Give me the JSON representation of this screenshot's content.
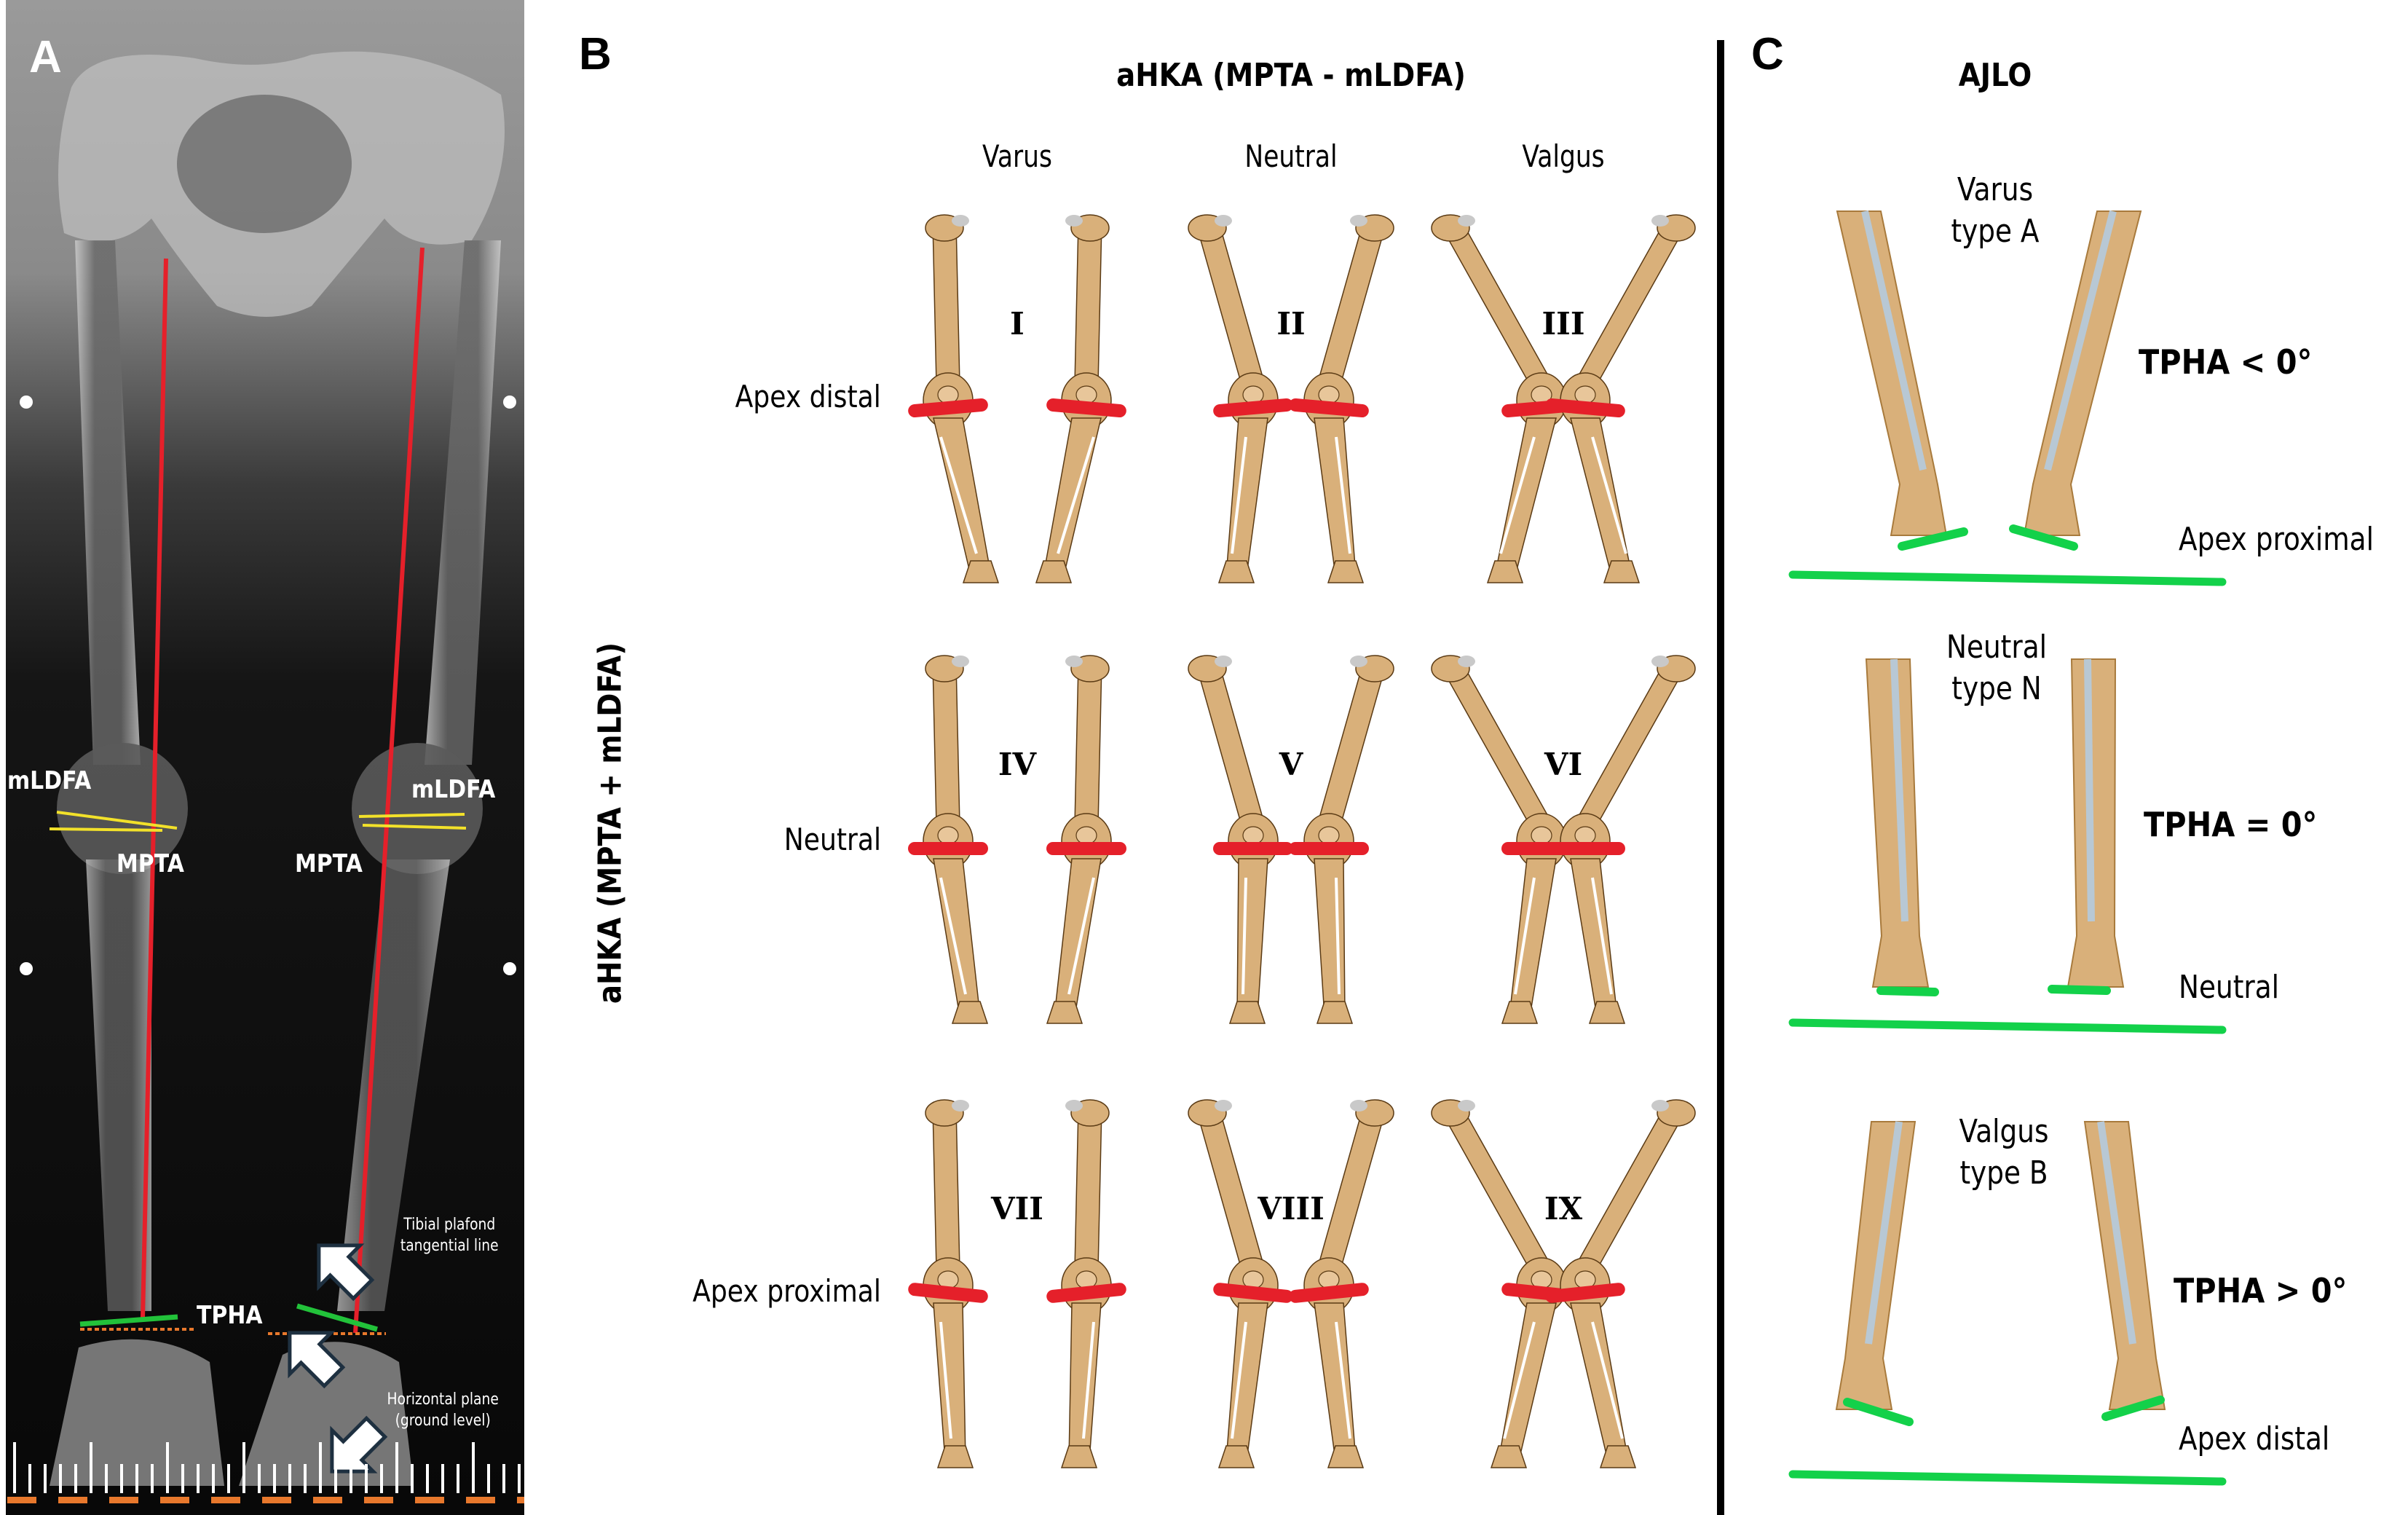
{
  "colors": {
    "mechanical_axis": "#e5202a",
    "joint_line_yellow": "#f2e12a",
    "tibial_plafond_green": "#22c23a",
    "ground_dotted_orange": "#e8782c",
    "ajlo_green": "#13d14a",
    "bone_fill": "#d9b07a",
    "bone_outline": "#5a3a14",
    "knee_joint_red": "#e5202a",
    "xray_bg": "#0a0a0a",
    "divider": "#000000"
  },
  "panel_a": {
    "letter": "A",
    "labels": {
      "mldfa_left": "mLDFA",
      "mldfa_right": "mLDFA",
      "mpta_left": "MPTA",
      "mpta_right": "MPTA",
      "tpha": "TPHA"
    },
    "notes": {
      "tibial_plafond": [
        "Tibial plafond",
        "tangential line"
      ],
      "horizontal_plane": [
        "Horizontal plane",
        "(ground level)"
      ]
    }
  },
  "panel_b": {
    "letter": "B",
    "title": "aHKA (MPTA - mLDFA)",
    "vertical_axis_label": "aHKA (MPTA + mLDFA)",
    "columns": [
      "Varus",
      "Neutral",
      "Valgus"
    ],
    "rows": [
      "Apex distal",
      "Neutral",
      "Apex proximal"
    ],
    "phenotypes": [
      {
        "numeral": "I",
        "row": 0,
        "col": 0
      },
      {
        "numeral": "II",
        "row": 0,
        "col": 1
      },
      {
        "numeral": "III",
        "row": 0,
        "col": 2
      },
      {
        "numeral": "IV",
        "row": 1,
        "col": 0
      },
      {
        "numeral": "V",
        "row": 1,
        "col": 1
      },
      {
        "numeral": "VI",
        "row": 1,
        "col": 2
      },
      {
        "numeral": "VII",
        "row": 2,
        "col": 0
      },
      {
        "numeral": "VIII",
        "row": 2,
        "col": 1
      },
      {
        "numeral": "IX",
        "row": 2,
        "col": 2
      }
    ]
  },
  "panel_c": {
    "letter": "C",
    "title": "AJLO",
    "types": [
      {
        "line1": "Varus",
        "line2": "type A",
        "tpha": "TPHA < 0°",
        "apex": "Apex proximal"
      },
      {
        "line1": "Neutral",
        "line2": "type N",
        "tpha": "TPHA = 0°",
        "apex": "Neutral"
      },
      {
        "line1": "Valgus",
        "line2": "type B",
        "tpha": "TPHA > 0°",
        "apex": "Apex distal"
      }
    ]
  }
}
